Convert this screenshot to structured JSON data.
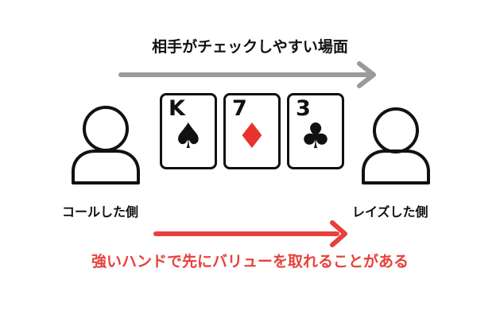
{
  "top_caption": "相手がチェックしやすい場面",
  "bottom_caption": "強いハンドで先にバリューを取れることがある",
  "players": {
    "left_label": "コールした側",
    "right_label": "レイズした側"
  },
  "cards": [
    {
      "rank": "K",
      "suit": "♠",
      "color": "#111111"
    },
    {
      "rank": "7",
      "suit": "♦",
      "color": "#e8332c"
    },
    {
      "rank": "3",
      "suit": "♣",
      "color": "#111111"
    }
  ],
  "colors": {
    "top_arrow": "#9a9a9a",
    "bottom_arrow": "#e8403a",
    "bottom_caption": "#e8403a"
  }
}
